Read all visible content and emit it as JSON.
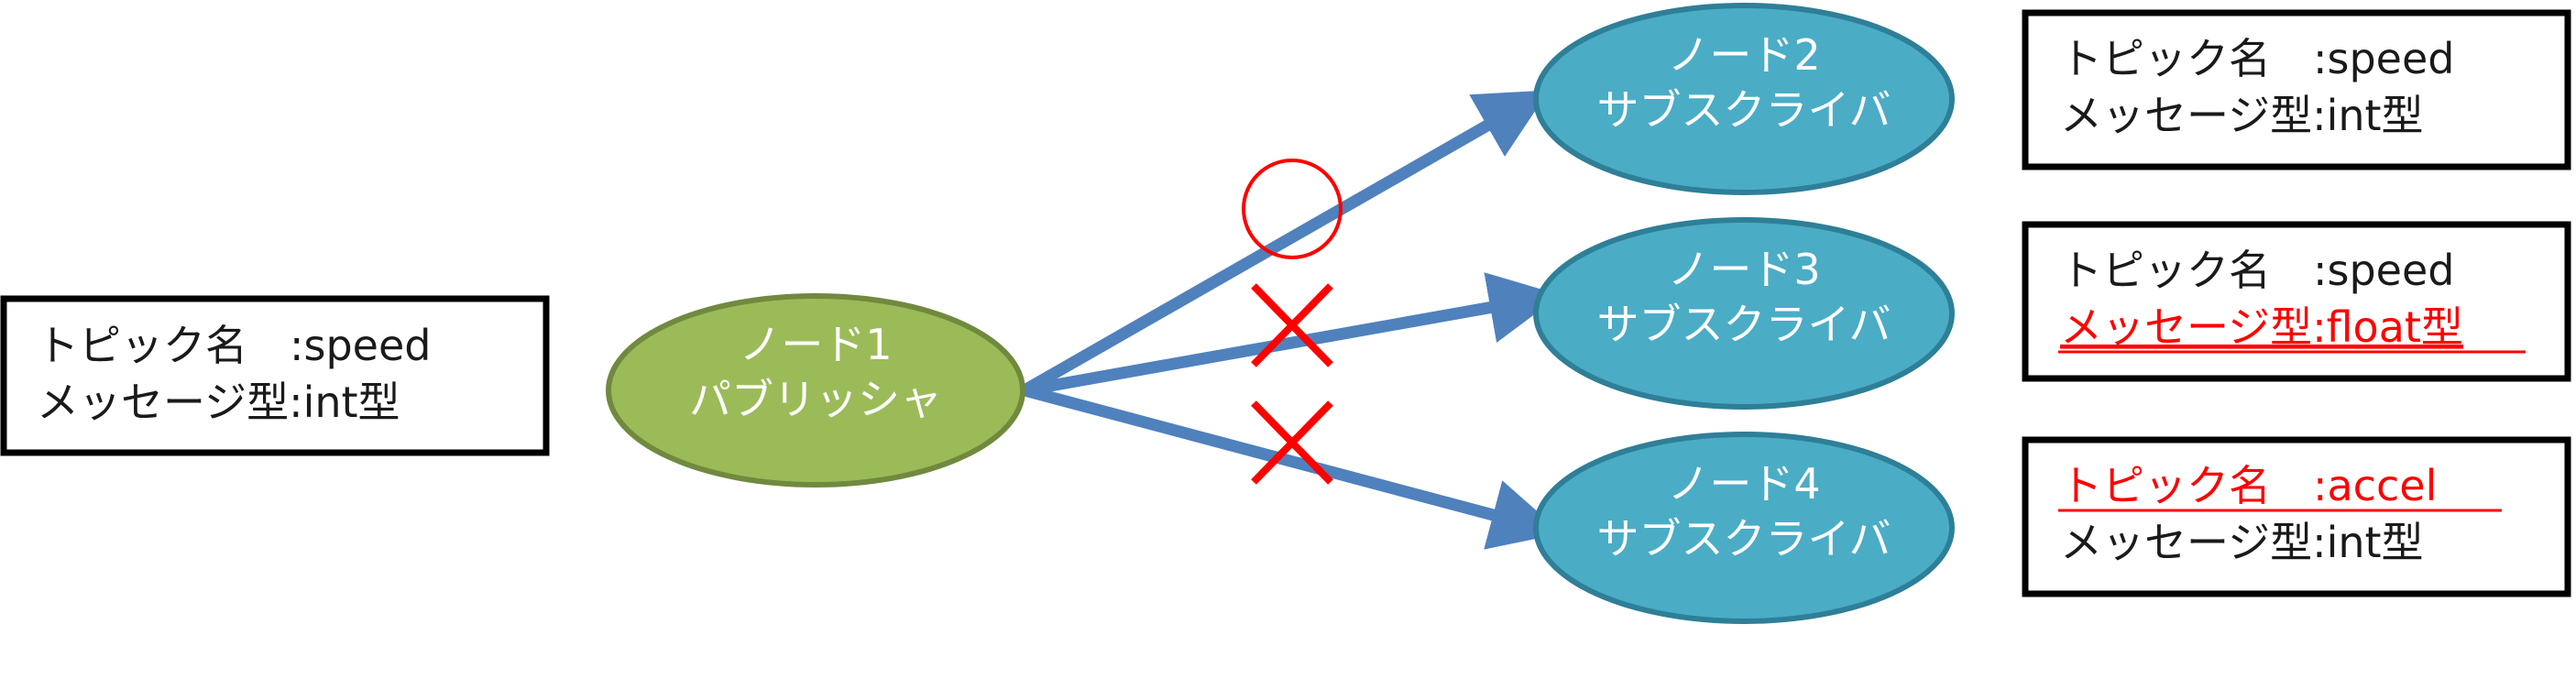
{
  "colors": {
    "publisher_fill": "#9bbb59",
    "publisher_stroke": "#71893f",
    "subscriber_fill": "#4bacc6",
    "subscriber_stroke": "#2e7f97",
    "arrow": "#4f81bd",
    "mark": "#ff0000",
    "box_border": "#000000",
    "text": "#1a1a1a"
  },
  "publisher": {
    "line1": "ノード1",
    "line2": "パブリッシャ",
    "info": {
      "topic_line": "トピック名　:speed",
      "type_line": "メッセージ型:int型"
    }
  },
  "subscribers": [
    {
      "line1": "ノード2",
      "line2": "サブスクライバ",
      "connection_mark": "circle",
      "info": {
        "topic_line": "トピック名　:speed",
        "type_line": "メッセージ型:int型",
        "topic_mismatch": false,
        "type_mismatch": false
      }
    },
    {
      "line1": "ノード3",
      "line2": "サブスクライバ",
      "connection_mark": "cross",
      "info": {
        "topic_line": "トピック名　:speed",
        "type_line": "メッセージ型:float型",
        "topic_mismatch": false,
        "type_mismatch": true
      }
    },
    {
      "line1": "ノード4",
      "line2": "サブスクライバ",
      "connection_mark": "cross",
      "info": {
        "topic_line": "トピック名　:accel",
        "type_line": "メッセージ型:int型",
        "topic_mismatch": true,
        "type_mismatch": false
      }
    }
  ]
}
